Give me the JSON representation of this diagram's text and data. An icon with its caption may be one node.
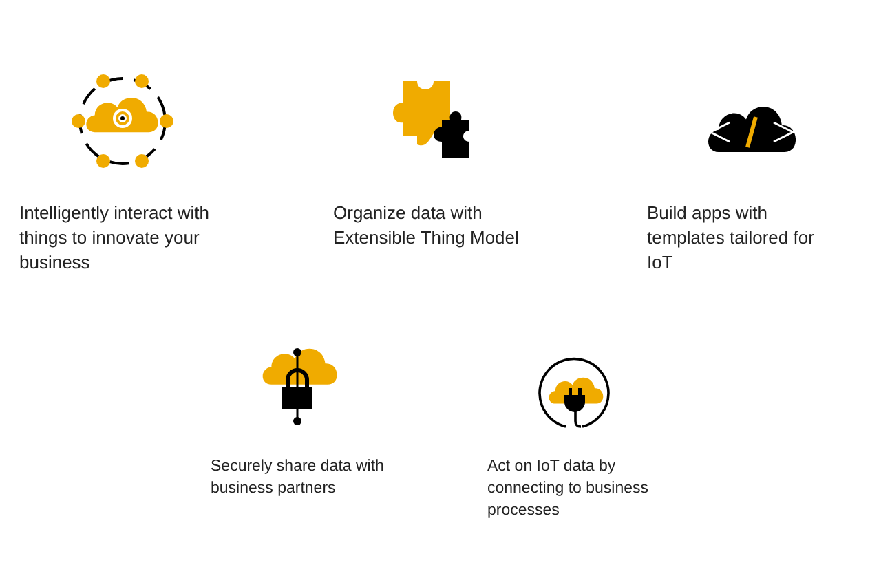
{
  "diagram": {
    "labels": [
      "Intelligently interact with things to innovate your business",
      "Organize data with Extensible Thing Model",
      "Build apps with templates tailored for IoT",
      "Securely share data with business partners",
      "Act on IoT data by connecting to business processes"
    ]
  }
}
